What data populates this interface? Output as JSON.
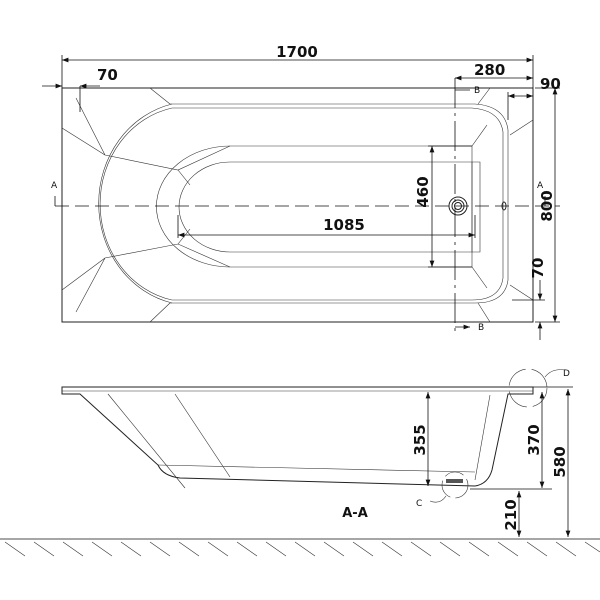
{
  "top_view": {
    "dimensions": {
      "length": "1700",
      "rim_left": "70",
      "drain_offset": "280",
      "rim_right": "90",
      "width": "800",
      "drain_area_width": "460",
      "inner_length": "1085",
      "rim_bottom": "70"
    },
    "section_markers": {
      "a_left": "A",
      "a_right": "A",
      "b_top": "B",
      "b_bottom": "B"
    }
  },
  "section_view": {
    "title": "A-A",
    "dimensions": {
      "depth": "355",
      "side_height": "370",
      "total_height": "580",
      "floor_clearance": "210"
    },
    "detail_labels": {
      "c": "C",
      "d": "D"
    }
  }
}
